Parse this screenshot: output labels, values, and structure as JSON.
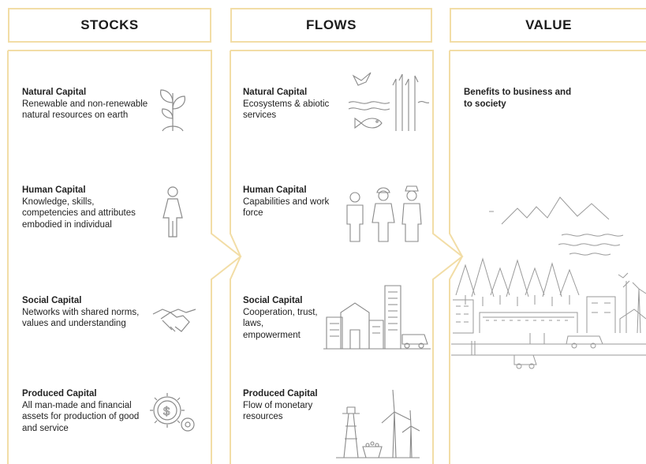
{
  "columns": {
    "stocks": {
      "header": "STOCKS",
      "items": [
        {
          "title": "Natural Capital",
          "desc": "Renewable and non-renewable natural resources on earth",
          "icon": "plant-icon"
        },
        {
          "title": "Human Capital",
          "desc": "Knowledge, skills, competencies and attributes embodied in individual",
          "icon": "person-icon"
        },
        {
          "title": "Social Capital",
          "desc": "Networks with shared norms, values and understanding",
          "icon": "handshake-icon"
        },
        {
          "title": "Produced Capital",
          "desc": "All man-made and financial assets for production of good and service",
          "icon": "dollar-gears-icon"
        }
      ]
    },
    "flows": {
      "header": "FLOWS",
      "items": [
        {
          "title": "Natural Capital",
          "desc": "Ecosystems & abiotic services",
          "icon": "ecosystem-icon"
        },
        {
          "title": "Human Capital",
          "desc": "Capabilities and work force",
          "icon": "workers-icon"
        },
        {
          "title": "Social Capital",
          "desc": "Cooperation, trust, laws, empowerment",
          "icon": "city-icon"
        },
        {
          "title": "Produced Capital",
          "desc": "Flow of monetary resources",
          "icon": "industry-icon"
        }
      ]
    },
    "value": {
      "header": "VALUE",
      "items": [
        {
          "title": "Benefits to business and to society",
          "icon": "landscape-icon"
        }
      ]
    }
  },
  "colors": {
    "frame": "#f2dda6",
    "icon_stroke": "#8a8a8a",
    "text": "#222222"
  }
}
